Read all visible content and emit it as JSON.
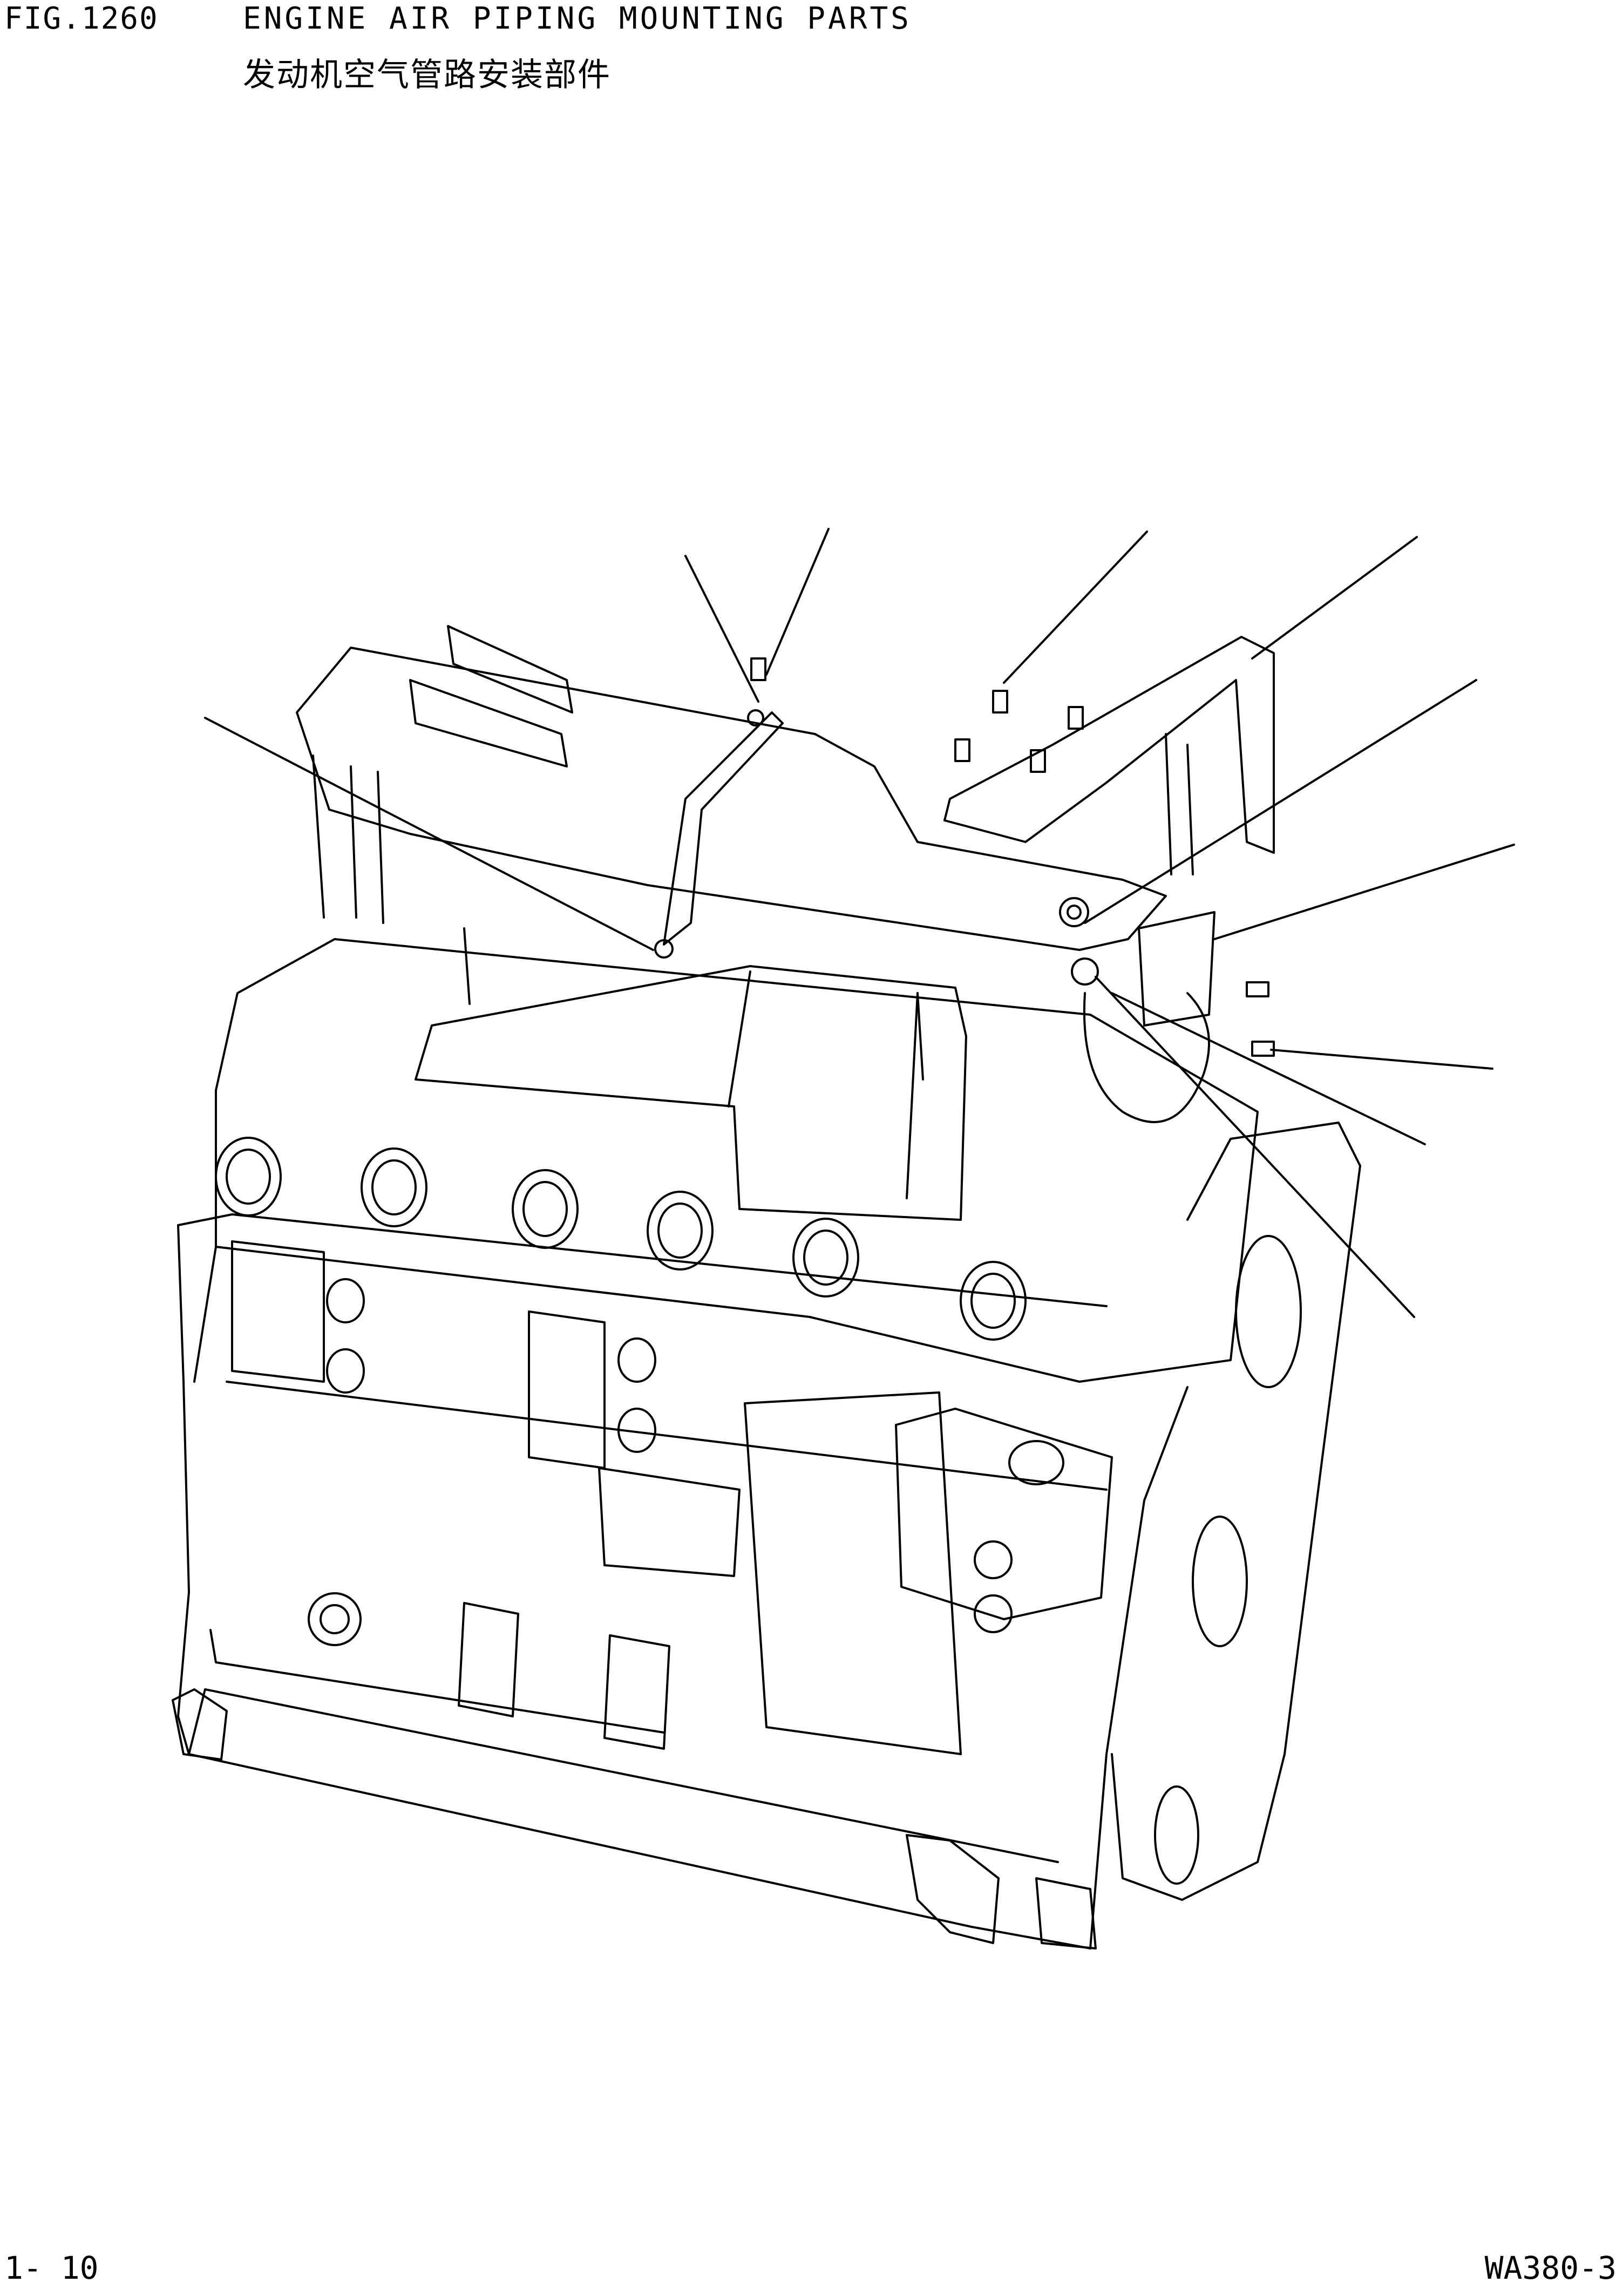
{
  "header": {
    "figure_number": "FIG.1260",
    "title_en": "ENGINE AIR PIPING MOUNTING PARTS",
    "title_zh": "发动机空气管路安装部件"
  },
  "footer": {
    "page": "1- 10",
    "model": "WA380-3"
  }
}
